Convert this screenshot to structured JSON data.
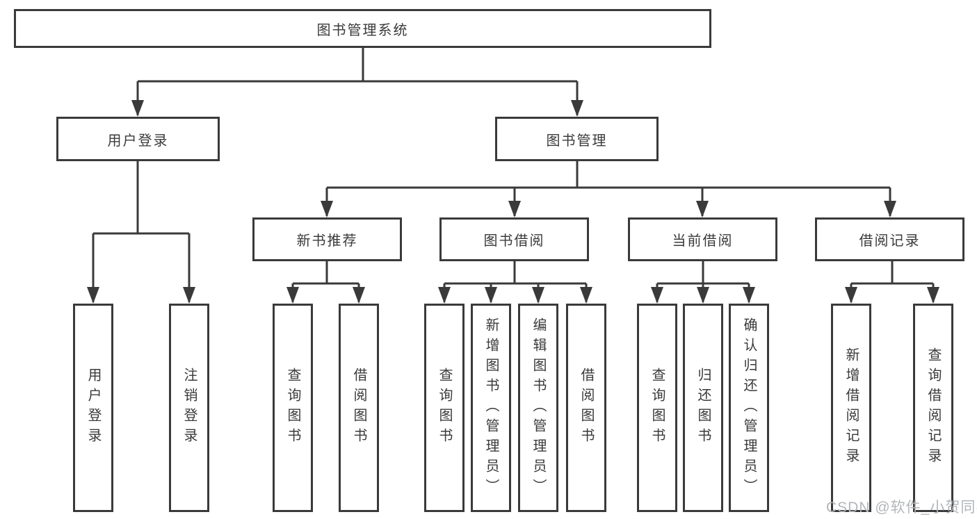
{
  "colors": {
    "line": "#3a3a3a",
    "text": "#3a3a3a",
    "box_background": "#ffffff",
    "watermark": "#b2b6ba"
  },
  "watermark": {
    "text": "CSDN @软件_小贺同学"
  },
  "tree": {
    "root": "图书管理系统",
    "children": [
      {
        "label": "用户登录",
        "children": [
          "用户登录",
          "注销登录"
        ]
      },
      {
        "label": "图书管理",
        "children": [
          {
            "label": "新书推荐",
            "children": [
              "查询图书",
              "借阅图书"
            ]
          },
          {
            "label": "图书借阅",
            "children": [
              "查询图书",
              "新增图书（管理员）",
              "编辑图书（管理员）",
              "借阅图书"
            ]
          },
          {
            "label": "当前借阅",
            "children": [
              "查询图书",
              "归还图书",
              "确认归还（管理员）"
            ]
          },
          {
            "label": "借阅记录",
            "children": [
              "新增借阅记录",
              "查询借阅记录"
            ]
          }
        ]
      }
    ]
  }
}
